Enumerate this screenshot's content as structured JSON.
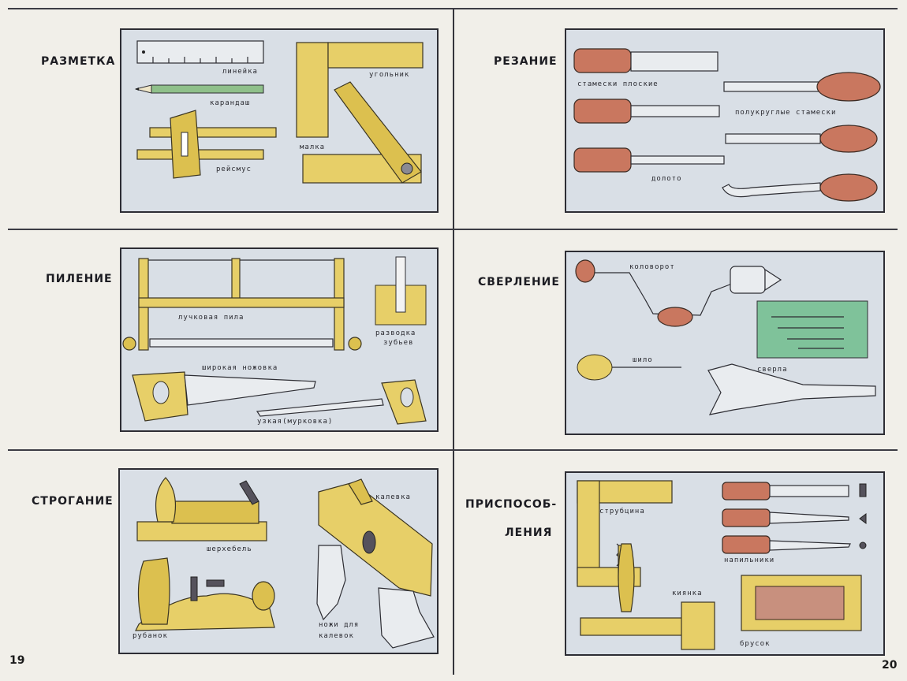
{
  "sections": {
    "marking": {
      "title": "РАЗМЕТКА",
      "labels": {
        "ruler": "линейка",
        "pencil": "карандаш",
        "gauge": "рейсмус",
        "square": "угольник",
        "bevel": "малка"
      }
    },
    "cutting": {
      "title": "РЕЗАНИЕ",
      "labels": {
        "flat_chisels": "стамески   плоские",
        "gouges": "полукруглые   стамески",
        "mortise": "долото"
      }
    },
    "sawing": {
      "title": "ПИЛЕНИЕ",
      "labels": {
        "bow_saw": "лучковая   пила",
        "setting": "разводка",
        "teeth": "зубьев",
        "wide_saw": "широкая   ножовка",
        "narrow_saw": "узкая(мурковка)"
      }
    },
    "drilling": {
      "title": "СВЕРЛЕНИЕ",
      "labels": {
        "brace": "коловорот",
        "awl": "шило",
        "bits": "сверла"
      }
    },
    "planing": {
      "title": "СТРОГАНИЕ",
      "labels": {
        "scrub": "шерхебель",
        "jack": "рубанок",
        "molding": "калевка",
        "knives": "ножи  для",
        "knives2": "калевок"
      }
    },
    "fixtures": {
      "title_line1": "ПРИСПОСОБ-",
      "title_line2": "ЛЕНИЯ",
      "labels": {
        "clamp": "струбцина",
        "mallet": "киянка",
        "files": "напильники",
        "block": "брусок"
      }
    }
  },
  "page_numbers": {
    "left": "19",
    "right": "20"
  }
}
